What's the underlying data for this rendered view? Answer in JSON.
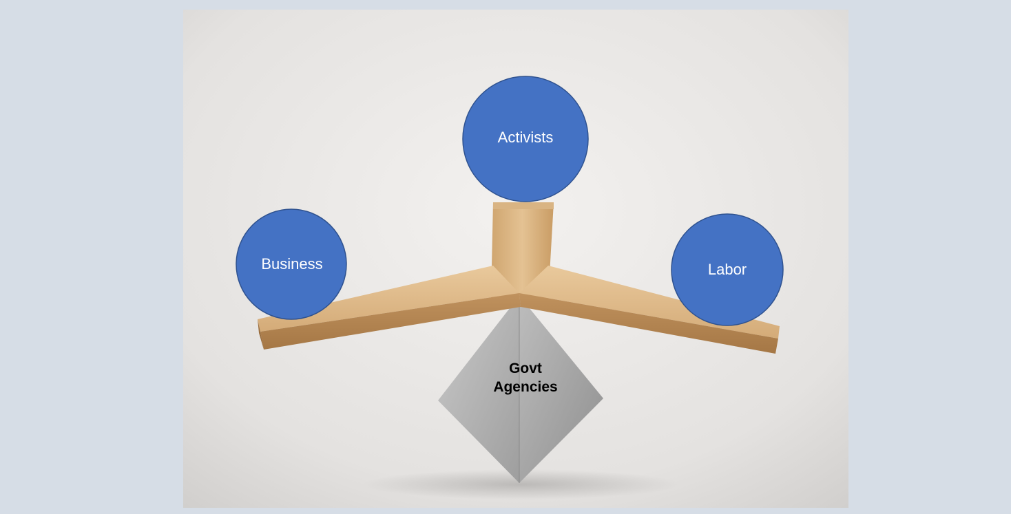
{
  "diagram": {
    "nodes": {
      "activists": {
        "label": "Activists"
      },
      "business": {
        "label": "Business"
      },
      "labor": {
        "label": "Labor"
      },
      "fulcrum": {
        "line1": "Govt",
        "line2": "Agencies"
      }
    },
    "colors": {
      "circle_fill": "#4472c4",
      "circle_stroke": "#2f528f",
      "wood_light": "#e2bf8f",
      "wood_dark": "#b98b57",
      "background": "#d6dde6",
      "backdrop": "#ebe9e7"
    }
  }
}
